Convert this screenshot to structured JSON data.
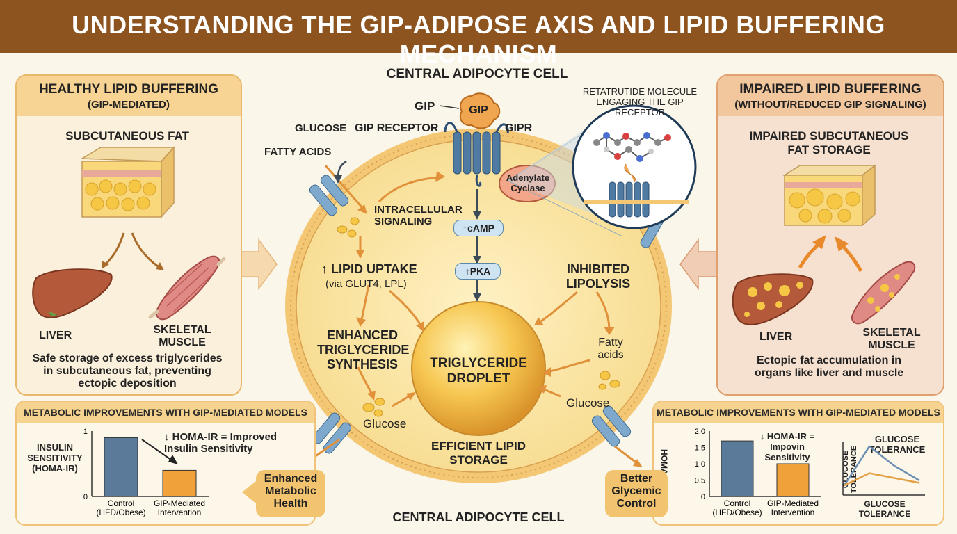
{
  "title": "UNDERSTANDING THE GIP-ADIPOSE AXIS AND LIPID BUFFERING MECHANISM",
  "center": {
    "top_label": "CENTRAL ADIPOCYTE CELL",
    "bottom_label": "CENTRAL ADIPOCYTE CELL",
    "gip": "GIP",
    "gip_pointer": "GIP",
    "gip_receptor": "GIP RECEPTOR",
    "gipr": "GIPR",
    "glucose_top": "GLUCOSE",
    "fatty_acids_top": "FATTY ACIDS",
    "adenylate_cyclase": "Adenylate Cyclase",
    "intracellular_signaling": "INTRACELLULAR SIGNALING",
    "camp": "↑cAMP",
    "pka": "↑PKA",
    "lipid_uptake": "↑ LIPID UPTAKE",
    "lipid_uptake_sub": "(via GLUT4, LPL)",
    "inhibited_lipolysis": "INHIBITED LIPOLYSIS",
    "enhanced_tg": "ENHANCED TRIGLYCERIDE SYNTHESIS",
    "droplet": "TRIGLYCERIDE DROPLET",
    "fatty_acids_right": "Fatty acids",
    "glucose_left": "Glucose",
    "glucose_right": "Glucose",
    "efficient_storage": "EFFICIENT LIPID STORAGE",
    "retatrutide": "RETATRUTIDE MOLECULE ENGAGING THE GIP RECEPTOR"
  },
  "left_panel": {
    "title": "HEALTHY LIPID BUFFERING",
    "subtitle": "(GIP-MEDIATED)",
    "section": "SUBCUTANEOUS FAT",
    "liver": "LIVER",
    "muscle": "SKELETAL MUSCLE",
    "summary": "Safe storage of excess triglycerides in subcutaneous fat, preventing ectopic deposition"
  },
  "right_panel": {
    "title": "IMPAIRED LIPID BUFFERING",
    "subtitle": "(WITHOUT/REDUCED GIP SIGNALING)",
    "section": "IMPAIRED SUBCUTANEOUS FAT STORAGE",
    "liver": "LIVER",
    "muscle": "SKELETAL MUSCLE",
    "summary": "Ectopic fat accumulation in organs like liver and muscle"
  },
  "bottom_left": {
    "header": "METABOLIC IMPROVEMENTS WITH GIP-MEDIATED MODELS",
    "ylabel": "INSULIN SENSITIVITY (HOMA-IR)",
    "annotation": "↓ HOMA-IR = Improved Insulin Sensitivity",
    "pill": "Enhanced Metabolic Health"
  },
  "bottom_right": {
    "header": "METABOLIC IMPROVEMENTS WITH GIP-MEDIATED MODELS",
    "ylabel": "HOMA-IR",
    "annotation": "↓ HOMA-IR = Impovin Sensitivity",
    "glucose_title": "GLUCOSE TOLERANCE",
    "glucose_ylabel": "GLUCOSE TOLERANCE",
    "glucose_xlabel": "GLUCOSE TOLERANCE",
    "pill": "Better Glycemic Control"
  },
  "chart_data": [
    {
      "type": "bar",
      "categories": [
        "Control (HFD/Obese)",
        "GIP-Mediated Intervention"
      ],
      "values": [
        0.9,
        0.4
      ],
      "yticks": [
        "0",
        "1"
      ],
      "ylim": [
        0,
        1
      ],
      "colors": [
        "#5b7a99",
        "#f0a13a"
      ]
    },
    {
      "type": "bar",
      "categories": [
        "Control (HFD/Obese)",
        "GIP-Mediated Intervention"
      ],
      "values": [
        1.7,
        1.0
      ],
      "yticks": [
        "0",
        "0.5",
        "1.0",
        "1.5",
        "2.0"
      ],
      "ylim": [
        0,
        2
      ],
      "colors": [
        "#5b7a99",
        "#f0a13a"
      ]
    },
    {
      "type": "line",
      "x": [
        0,
        1,
        2,
        3
      ],
      "series": [
        {
          "values": [
            0.2,
            1.0,
            0.6,
            0.3
          ],
          "color": "#6b8eb2"
        },
        {
          "values": [
            0.2,
            0.45,
            0.35,
            0.25
          ],
          "color": "#e3a044"
        }
      ]
    }
  ]
}
